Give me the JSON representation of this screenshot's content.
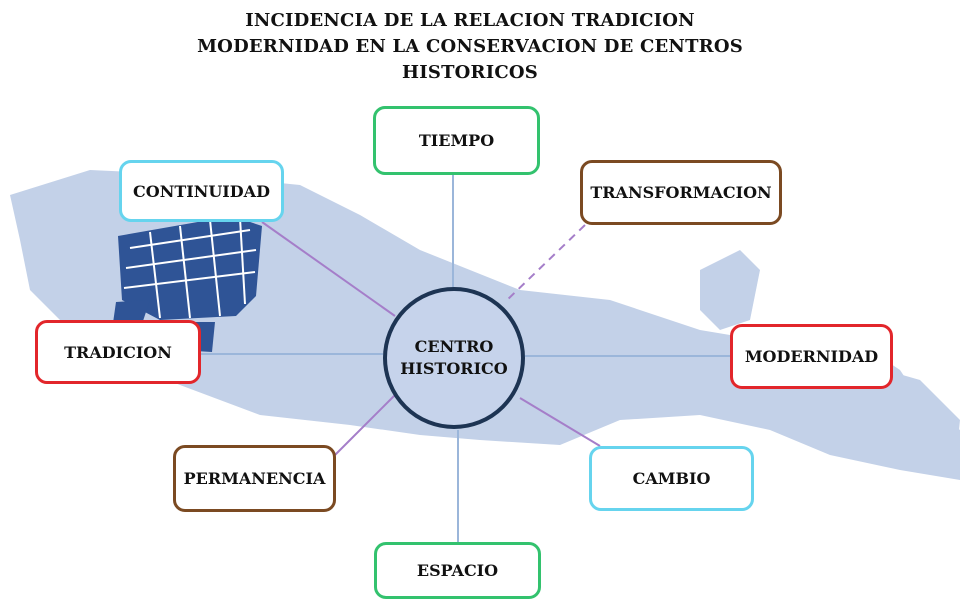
{
  "title": {
    "line1": "INCIDENCIA DE LA RELACION TRADICION",
    "line2": "MODERNIDAD EN LA CONSERVACION DE CENTROS",
    "line3": "HISTORICOS"
  },
  "center": {
    "line1": "CENTRO",
    "line2": "HISTORICO"
  },
  "nodes": {
    "tiempo": "TIEMPO",
    "continuidad": "CONTINUIDAD",
    "transformacion": "TRANSFORMACION",
    "tradicion": "TRADICION",
    "modernidad": "MODERNIDAD",
    "permanencia": "PERMANENCIA",
    "cambio": "CAMBIO",
    "espacio": "ESPACIO"
  },
  "colors": {
    "green": "#33c26e",
    "cyan": "#66d4ee",
    "brown": "#7b4a22",
    "red": "#e2262b",
    "map_light": "#c3d1e8",
    "map_dark": "#2f5496",
    "line_blue": "#9bb6da",
    "line_purple": "#a57ec9"
  }
}
